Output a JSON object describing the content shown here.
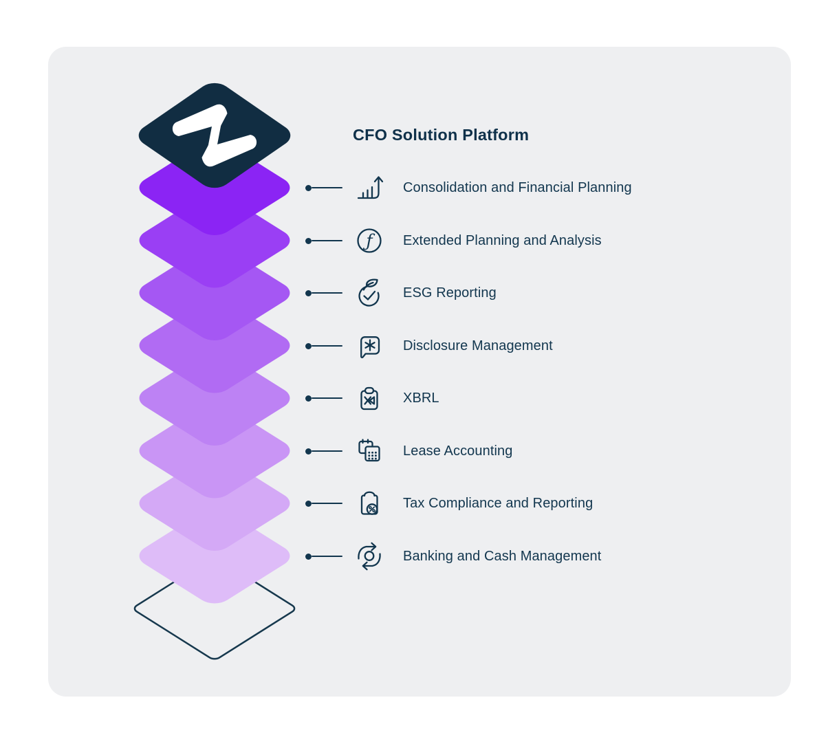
{
  "header": {
    "title": "CFO Solution Platform"
  },
  "platform_items": [
    {
      "label": "Consolidation and Financial Planning",
      "icon": "bar-chart-growth-icon"
    },
    {
      "label": "Extended Planning and Analysis",
      "icon": "function-circle-icon"
    },
    {
      "label": "ESG Reporting",
      "icon": "leaf-check-icon"
    },
    {
      "label": "Disclosure Management",
      "icon": "speech-bubble-asterisk-icon"
    },
    {
      "label": "XBRL",
      "icon": "clipboard-x-icon"
    },
    {
      "label": "Lease Accounting",
      "icon": "overlapping-calendars-icon"
    },
    {
      "label": "Tax Compliance and Reporting",
      "icon": "clipboard-percent-icon"
    },
    {
      "label": "Banking and Cash Management",
      "icon": "sync-arrows-icon"
    }
  ],
  "stack": {
    "layer_colors": [
      "#8B24F4",
      "#9A3FF4",
      "#A557F3",
      "#B16BF3",
      "#BD82F4",
      "#C995F5",
      "#D4A9F6",
      "#DEBCF8"
    ],
    "logo_diamond_color": "#112D42",
    "logo_mark_color": "#FFFFFF",
    "outline_diamond_color": "#16384D"
  },
  "colors": {
    "page_bg": "#FFFFFF",
    "card_bg": "#EEEFF1",
    "ink": "#12364E"
  }
}
